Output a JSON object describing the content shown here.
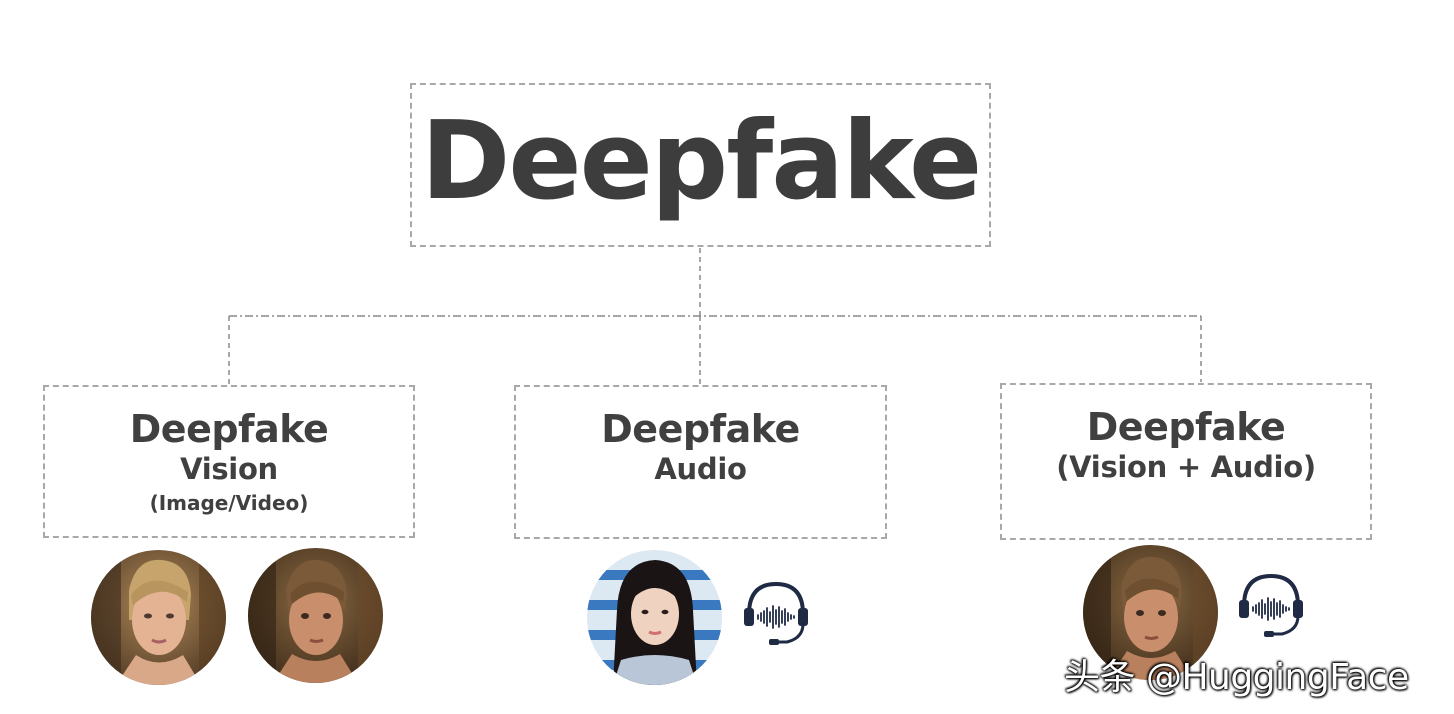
{
  "root": {
    "title": "Deepfake"
  },
  "children": [
    {
      "title": "Deepfake",
      "subtitle": "Vision",
      "detail": "(Image/Video)"
    },
    {
      "title": "Deepfake",
      "subtitle": "Audio"
    },
    {
      "title": "Deepfake",
      "subtitle": "(Vision + Audio)"
    }
  ],
  "icons": {
    "vision": [
      "woman-portrait-photo",
      "man-portrait-photo"
    ],
    "audio": [
      "woman-portrait-photo",
      "headset-soundwave-icon"
    ],
    "vision_audio": [
      "man-portrait-photo",
      "headset-soundwave-icon"
    ]
  },
  "watermark": "头条 @HuggingFace",
  "colors": {
    "text": "#3f3f3f",
    "border": "#a8a8a8",
    "connector": "#8a8a8a",
    "icon": "#1f2a44"
  }
}
